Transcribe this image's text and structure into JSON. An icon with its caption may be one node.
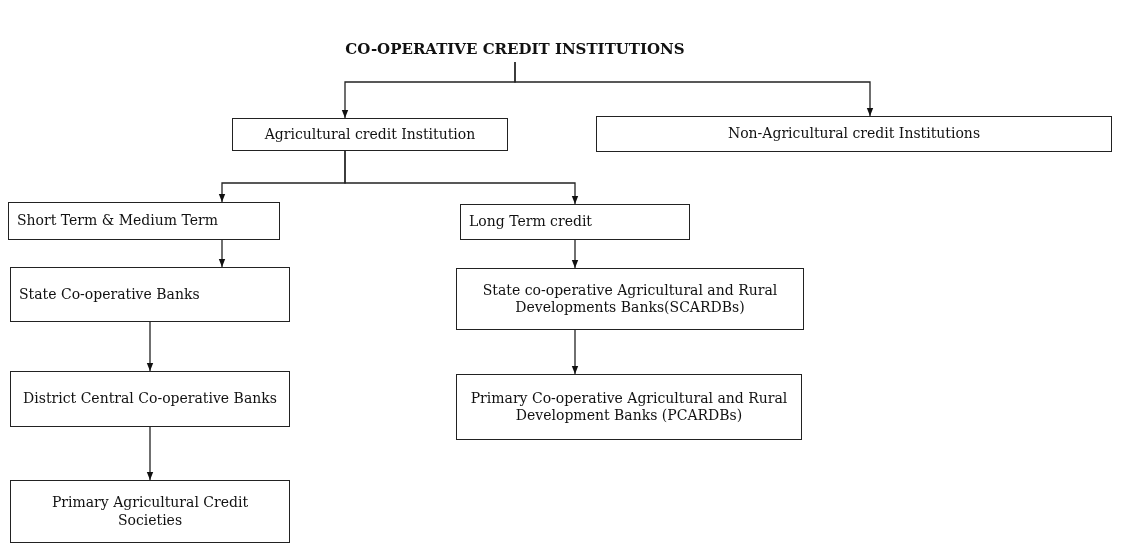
{
  "diagram": {
    "nodes": [
      {
        "text": [
          "CO-OPERATIVE CREDIT INSTITUTIONS"
        ]
      },
      {
        "text": [
          "Agricultural credit Institution"
        ]
      },
      {
        "text": [
          "Non-Agricultural credit Institutions"
        ]
      },
      {
        "text": [
          "Short Term & Medium Term"
        ]
      },
      {
        "text": [
          "Long Term credit"
        ]
      },
      {
        "text": [
          "State Co-operative Banks"
        ]
      },
      {
        "text": [
          "State co-operative Agricultural and Rural Developments Banks(SCARDBs)"
        ]
      },
      {
        "text": [
          "District Central Co-operative Banks"
        ]
      },
      {
        "text": [
          "Primary Co-operative Agricultural and Rural Development Banks (PCARDBs)"
        ]
      },
      {
        "text": [
          "Primary Agricultural Credit Societies"
        ]
      }
    ],
    "edges": [
      {
        "from": 0,
        "to": 1,
        "arrow": "to"
      },
      {
        "from": 0,
        "to": 2,
        "arrow": "to"
      },
      {
        "from": 1,
        "to": 3,
        "arrow": "to"
      },
      {
        "from": 1,
        "to": 4,
        "arrow": "to"
      },
      {
        "from": 3,
        "to": 5,
        "arrow": "to"
      },
      {
        "from": 5,
        "to": 7,
        "arrow": "to"
      },
      {
        "from": 7,
        "to": 9,
        "arrow": "to"
      },
      {
        "from": 4,
        "to": 6,
        "arrow": "to"
      },
      {
        "from": 6,
        "to": 8,
        "arrow": "to"
      }
    ]
  }
}
